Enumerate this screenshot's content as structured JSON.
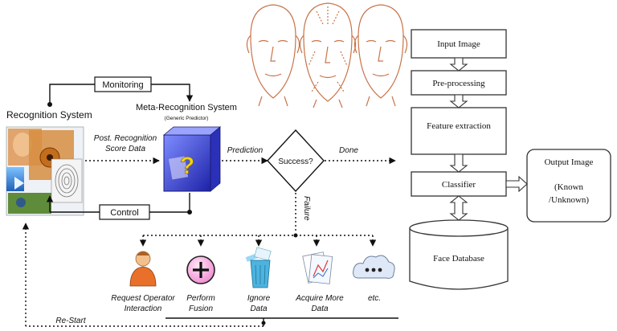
{
  "left_diagram": {
    "recognition_system": "Recognition System",
    "monitoring": "Monitoring",
    "meta_title": "Meta-Recognition System",
    "meta_subtitle": "(Generic Predictor)",
    "post_recognition_line1": "Post. Recognition",
    "post_recognition_line2": "Score Data",
    "prediction": "Prediction",
    "success": "Success?",
    "done": "Done",
    "failure": "Failure",
    "control": "Control",
    "restart": "Re-Start",
    "question_mark": "?",
    "actions": [
      {
        "line1": "Request Operator",
        "line2": "Interaction",
        "icon": "operator-person-icon"
      },
      {
        "line1": "Perform",
        "line2": "Fusion",
        "icon": "plus-circle-icon"
      },
      {
        "line1": "Ignore",
        "line2": "Data",
        "icon": "trash-can-icon"
      },
      {
        "line1": "Acquire More",
        "line2": "Data",
        "icon": "chart-document-icon"
      },
      {
        "line1": "etc.",
        "line2": "",
        "icon": "ellipsis-cloud-icon"
      }
    ],
    "colors": {
      "accent_blue": "#2b5fd9",
      "box_purple": "#3a3ad0",
      "question": "#f2d21a"
    }
  },
  "right_flowchart": {
    "input_image": "Input Image",
    "preprocessing": "Pre-processing",
    "feature_extraction": "Feature extraction",
    "classifier": "Classifier",
    "face_database": "Face Database",
    "output_line1": "Output Image",
    "output_line2": "(Known",
    "output_line3": "/Unknown)"
  },
  "face_sketches": {
    "color": "#c8744a",
    "count": 3
  }
}
